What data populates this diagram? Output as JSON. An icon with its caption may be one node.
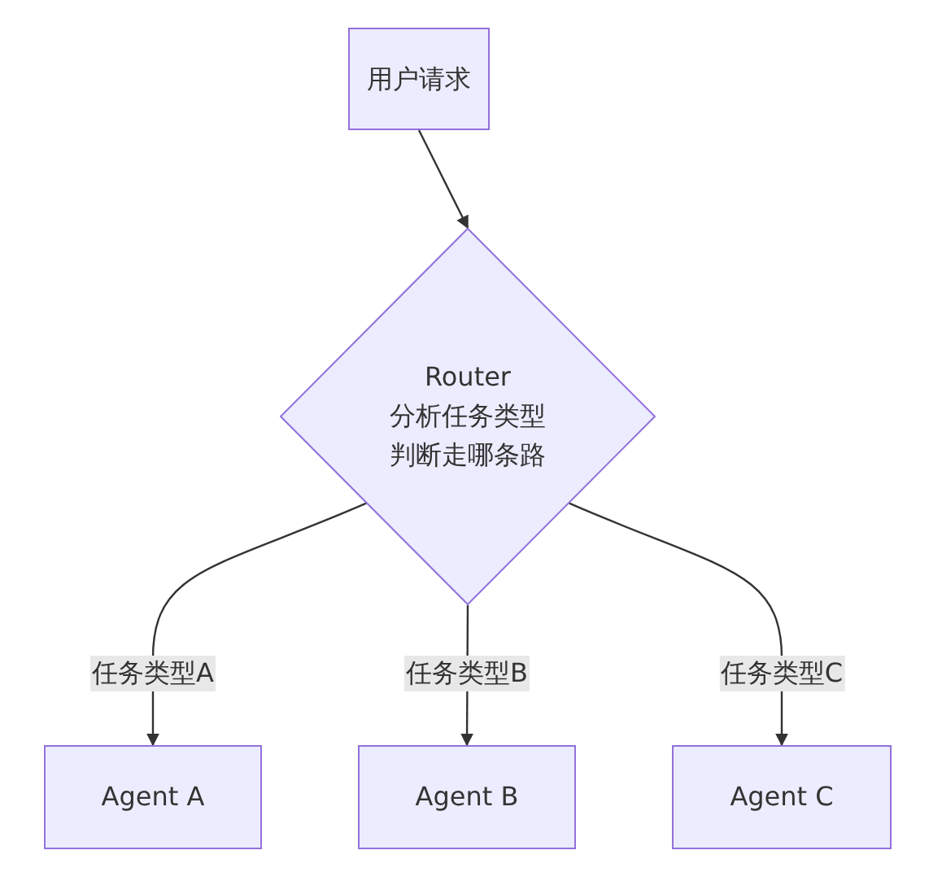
{
  "diagram": {
    "nodes": [
      {
        "text": [
          "用户请求"
        ]
      },
      {
        "text": [
          "Router",
          "分析任务类型",
          "判断走哪条路"
        ]
      },
      {
        "text": [
          "Agent A"
        ]
      },
      {
        "text": [
          "Agent B"
        ]
      },
      {
        "text": [
          "Agent C"
        ]
      }
    ],
    "edges": [
      {
        "from": 0,
        "to": 1,
        "arrow": "to"
      },
      {
        "from": 1,
        "to": 2,
        "arrow": "to",
        "label": "任务类型A"
      },
      {
        "from": 1,
        "to": 3,
        "arrow": "to",
        "label": "任务类型B"
      },
      {
        "from": 1,
        "to": 4,
        "arrow": "to",
        "label": "任务类型C"
      }
    ]
  }
}
